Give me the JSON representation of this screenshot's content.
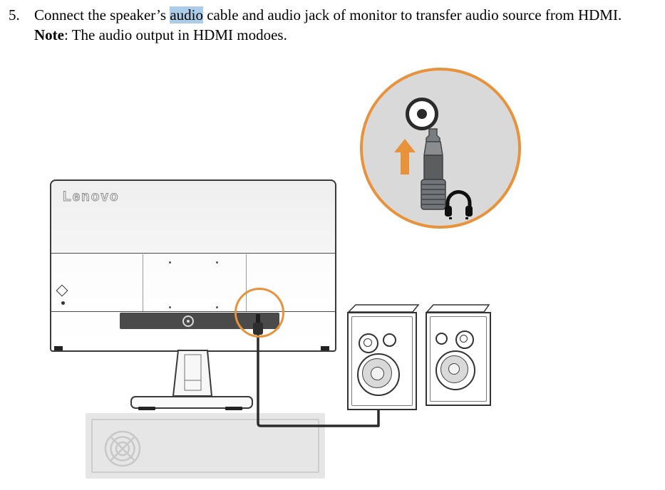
{
  "page": {
    "step_number": "5.",
    "instruction_pre": "Connect the speaker’s ",
    "instruction_highlight": "audio",
    "instruction_post": " cable and audio jack of monitor to transfer audio source from HDMI.",
    "note_label": "Note",
    "note_text": ": The audio output in HDMI modoes."
  },
  "diagram": {
    "monitor_logo": "Lenovo",
    "colors": {
      "accent_orange": "#E8923C",
      "text_highlight": "#ABCDEA",
      "zoom_circle_fill": "#D9D9D9",
      "pc_fill": "#E6E6E6",
      "outline": "#333333"
    },
    "icons": {
      "audio_port": "audio-port-icon",
      "audio_plug": "audio-plug-icon",
      "arrow_up": "arrow-up-icon",
      "headphones": "headphones-icon",
      "joystick": "joystick-icon",
      "fan": "fan-icon",
      "monitor_power_port": "power-port-icon"
    }
  }
}
